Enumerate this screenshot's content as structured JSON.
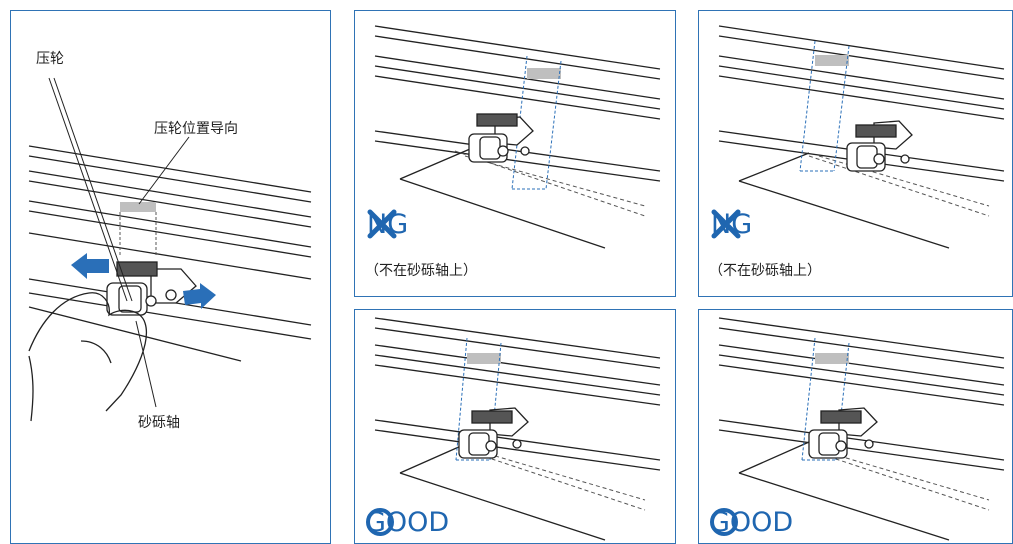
{
  "main_panel": {
    "label_pinch_roller": "压轮",
    "label_guide": "压轮位置导向",
    "label_grit_shaft": "砂砾轴"
  },
  "panels": [
    {
      "status": "NG",
      "symbol": "cross-icon",
      "note": "（不在砂砾轴上）"
    },
    {
      "status": "NG",
      "symbol": "cross-icon",
      "note": "（不在砂砾轴上）"
    },
    {
      "status": "GOOD",
      "symbol": "circle-icon"
    },
    {
      "status": "GOOD",
      "symbol": "circle-icon"
    }
  ],
  "colors": {
    "border": "#2f73b5",
    "accent": "#1f66b0",
    "arrow": "#2a6fb8",
    "guide_fill": "#bfbfbf"
  }
}
